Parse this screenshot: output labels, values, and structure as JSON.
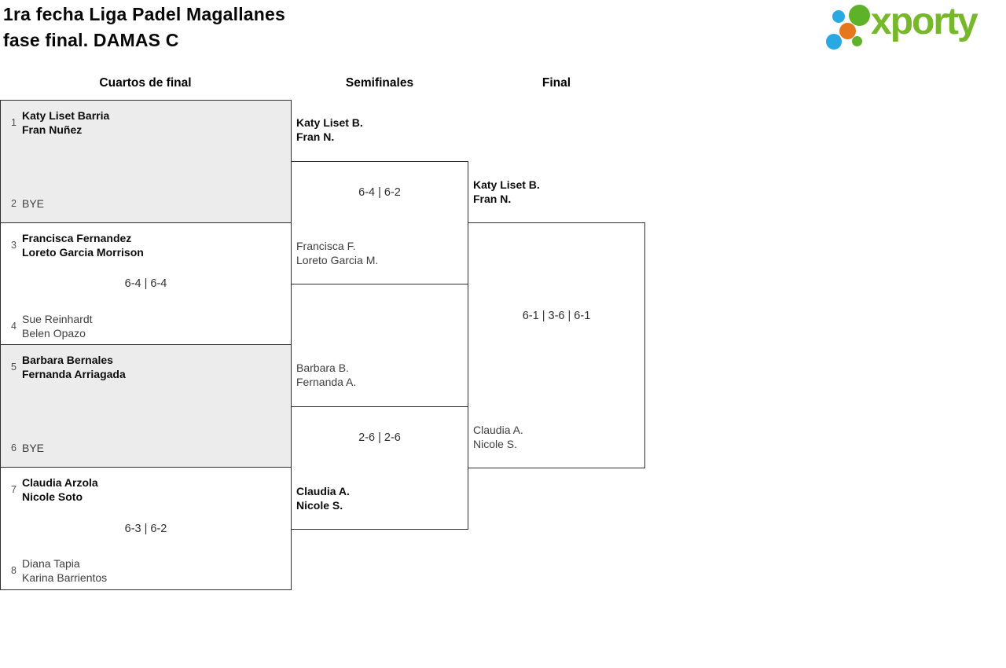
{
  "title": {
    "line1": "1ra fecha Liga Padel Magallanes",
    "line2": "fase final. DAMAS C"
  },
  "logo": {
    "text": "xporty",
    "colors": {
      "green": "#76b82a",
      "blue": "#29a8e1",
      "orange": "#e5761b"
    }
  },
  "columns": [
    {
      "label": "Cuartos de final"
    },
    {
      "label": "Semifinales"
    },
    {
      "label": "Final"
    }
  ],
  "rounds": {
    "quarterfinals": [
      {
        "seed_top": "1",
        "team_top": [
          "Katy Liset Barria",
          "Fran Nuñez"
        ],
        "score": "",
        "seed_bottom": "2",
        "team_bottom": [
          "BYE"
        ],
        "winner": "top"
      },
      {
        "seed_top": "3",
        "team_top": [
          "Francisca Fernandez",
          "Loreto Garcia Morrison"
        ],
        "score": "6-4 | 6-4",
        "seed_bottom": "4",
        "team_bottom": [
          "Sue Reinhardt",
          "Belen Opazo"
        ],
        "winner": "top"
      },
      {
        "seed_top": "5",
        "team_top": [
          "Barbara Bernales",
          "Fernanda Arriagada"
        ],
        "score": "",
        "seed_bottom": "6",
        "team_bottom": [
          "BYE"
        ],
        "winner": "top"
      },
      {
        "seed_top": "7",
        "team_top": [
          "Claudia Arzola",
          "Nicole Soto"
        ],
        "score": "6-3 | 6-2",
        "seed_bottom": "8",
        "team_bottom": [
          "Diana Tapia",
          "Karina Barrientos"
        ],
        "winner": "top"
      }
    ],
    "semifinals": [
      {
        "team_top": [
          "Katy Liset B.",
          "Fran N."
        ],
        "score": "6-4 | 6-2",
        "team_bottom": [
          "Francisca F.",
          "Loreto Garcia M."
        ],
        "winner": "top"
      },
      {
        "team_top": [
          "Barbara B.",
          "Fernanda A."
        ],
        "score": "2-6 | 2-6",
        "team_bottom": [
          "Claudia A.",
          "Nicole S."
        ],
        "winner": "bottom"
      }
    ],
    "final": {
      "team_top": [
        "Katy Liset B.",
        "Fran N."
      ],
      "score": "6-1 | 3-6 | 6-1",
      "team_bottom": [
        "Claudia A.",
        "Nicole S."
      ],
      "winner": "top"
    }
  }
}
